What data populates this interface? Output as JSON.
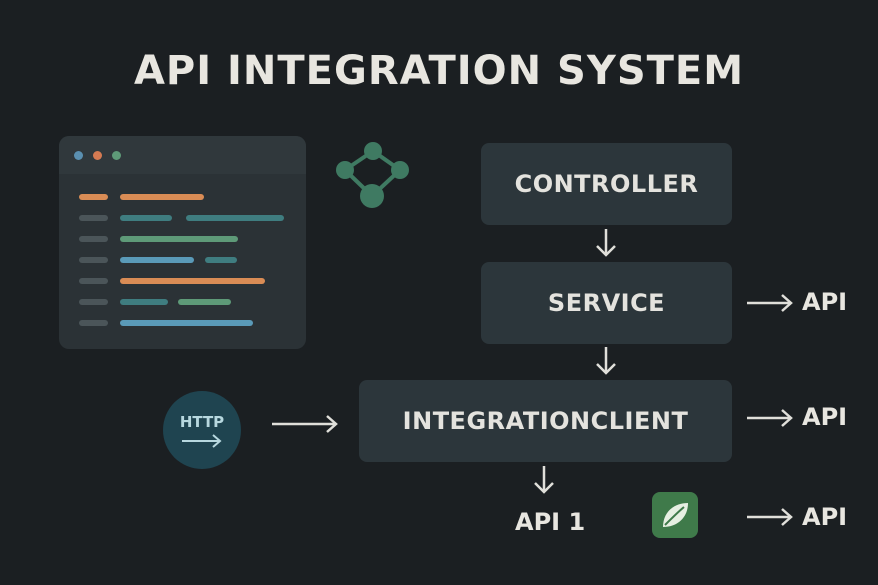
{
  "title": "API INTEGRATION SYSTEM",
  "boxes": {
    "controller": "CONTROLLER",
    "service": "SERVICE",
    "integration_client": "INTEGRATIONCLIENT"
  },
  "api_labels": {
    "service_api": "API",
    "client_api": "API",
    "leaf_api": "API",
    "api_1": "API 1"
  },
  "http_badge": {
    "label": "HTTP"
  },
  "icons": {
    "code_window": "code-editor-icon",
    "graph": "network-graph-icon",
    "leaf": "spring-leaf-icon"
  },
  "colors": {
    "background": "#1b1f22",
    "box": "#2c363b",
    "accent_orange": "#d98c55",
    "accent_teal": "#3f7d80",
    "accent_green": "#5e9a78",
    "accent_blue": "#5a9ab8",
    "leaf_green": "#3f7a4a"
  }
}
